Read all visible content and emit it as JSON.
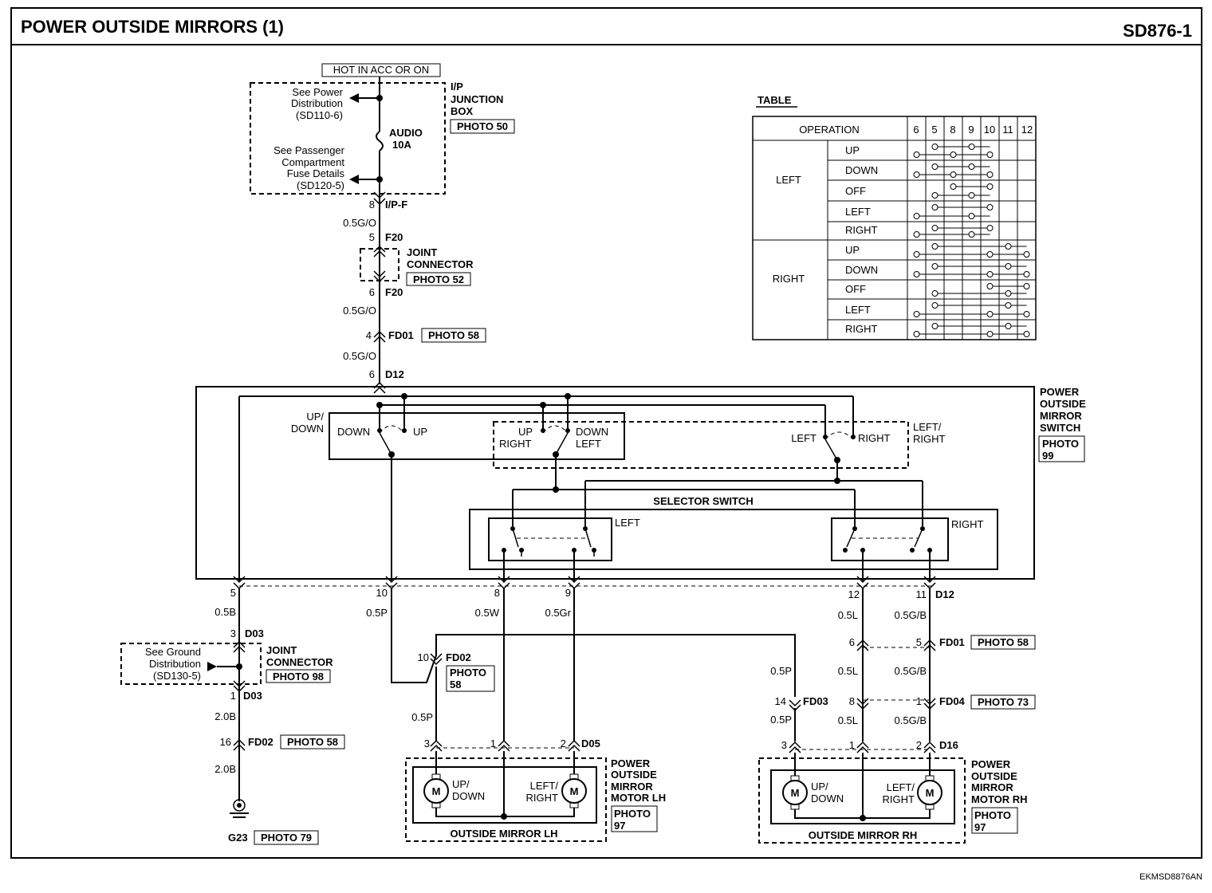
{
  "header": {
    "title": "POWER OUTSIDE MIRRORS (1)",
    "code": "SD876-1"
  },
  "footer_code": "EKMSD8876AN",
  "fuse_section": {
    "hot": "HOT IN ACC OR ON",
    "see_power": [
      "See Power",
      "Distribution",
      "(SD110-6)"
    ],
    "see_pass": [
      "See Passenger",
      "Compartment",
      "Fuse Details",
      "(SD120-5)"
    ],
    "fuse_name": "AUDIO",
    "fuse_amp": "10A",
    "box": [
      "I/P",
      "JUNCTION",
      "BOX"
    ],
    "box_photo": "PHOTO 50"
  },
  "main_feed": {
    "ipf_pin": "8",
    "ipf": "I/P-F",
    "wire1": "0.5G/O",
    "f20_top_pin": "5",
    "f20_top": "F20",
    "jc": [
      "JOINT",
      "CONNECTOR"
    ],
    "jc_photo": "PHOTO 52",
    "f20_bot_pin": "6",
    "f20_bot": "F20",
    "wire2": "0.5G/O",
    "fd01_pin": "4",
    "fd01": "FD01",
    "fd01_photo": "PHOTO 58",
    "wire3": "0.5G/O",
    "d12_pin": "6",
    "d12": "D12"
  },
  "switch": {
    "name": [
      "POWER",
      "OUTSIDE",
      "MIRROR",
      "SWITCH"
    ],
    "photo": [
      "PHOTO",
      "99"
    ],
    "updown_label": [
      "UP/",
      "DOWN"
    ],
    "down": "DOWN",
    "up": "UP",
    "up_right": [
      "UP",
      "RIGHT"
    ],
    "down_left": [
      "DOWN",
      "LEFT"
    ],
    "left": "LEFT",
    "right": "RIGHT",
    "lr_label": [
      "LEFT/",
      "RIGHT"
    ],
    "selector": "SELECTOR SWITCH",
    "sel_left": "LEFT",
    "sel_right": "RIGHT"
  },
  "d12_pins": {
    "p5": "5",
    "p10": "10",
    "p8": "8",
    "p9": "9",
    "p12": "12",
    "p11": "11",
    "conn": "D12"
  },
  "wires": {
    "b05": "0.5B",
    "p05": "0.5P",
    "w05": "0.5W",
    "gr05": "0.5Gr",
    "l05": "0.5L",
    "gb05": "0.5G/B",
    "b20": "2.0B"
  },
  "ground": {
    "d03_top_pin": "3",
    "d03": "D03",
    "see_ground": [
      "See Ground",
      "Distribution",
      "(SD130-5)"
    ],
    "jc": [
      "JOINT",
      "CONNECTOR"
    ],
    "jc_photo": "PHOTO 98",
    "d03_bot_pin": "1",
    "fd02_pin": "16",
    "fd02": "FD02",
    "fd02_photo": "PHOTO 58",
    "g23": "G23",
    "g23_photo": "PHOTO 79"
  },
  "fd02_mid": {
    "pin": "10",
    "conn": "FD02",
    "photo": [
      "PHOTO",
      "58"
    ]
  },
  "right_conn": {
    "fd01_p6": "6",
    "fd01_p5": "5",
    "fd01": "FD01",
    "fd01_photo": "PHOTO 58",
    "fd03_p14": "14",
    "fd03": "FD03",
    "fd04_p8": "8",
    "fd04_p1": "1",
    "fd04": "FD04",
    "fd04_photo": "PHOTO 73",
    "d16_p3": "3",
    "d16_p1": "1",
    "d16_p2": "2",
    "d16": "D16"
  },
  "left_motor": {
    "d05_p3": "3",
    "d05_p1": "1",
    "d05_p2": "2",
    "d05": "D05",
    "m": "M",
    "updown": [
      "UP/",
      "DOWN"
    ],
    "leftright": [
      "LEFT/",
      "RIGHT"
    ],
    "name": [
      "POWER",
      "OUTSIDE",
      "MIRROR",
      "MOTOR LH"
    ],
    "photo": [
      "PHOTO",
      "97"
    ],
    "caption": "OUTSIDE MIRROR LH"
  },
  "right_motor": {
    "m": "M",
    "updown": [
      "UP/",
      "DOWN"
    ],
    "leftright": [
      "LEFT/",
      "RIGHT"
    ],
    "name": [
      "POWER",
      "OUTSIDE",
      "MIRROR",
      "MOTOR RH"
    ],
    "photo": [
      "PHOTO",
      "97"
    ],
    "caption": "OUTSIDE MIRROR RH"
  },
  "table": {
    "title": "TABLE",
    "op_header": "OPERATION",
    "pins": [
      "6",
      "5",
      "8",
      "9",
      "10",
      "11",
      "12"
    ],
    "groups": [
      {
        "name": "LEFT",
        "rows": [
          "UP",
          "DOWN",
          "OFF",
          "LEFT",
          "RIGHT"
        ]
      },
      {
        "name": "RIGHT",
        "rows": [
          "UP",
          "DOWN",
          "OFF",
          "LEFT",
          "RIGHT"
        ]
      }
    ]
  }
}
